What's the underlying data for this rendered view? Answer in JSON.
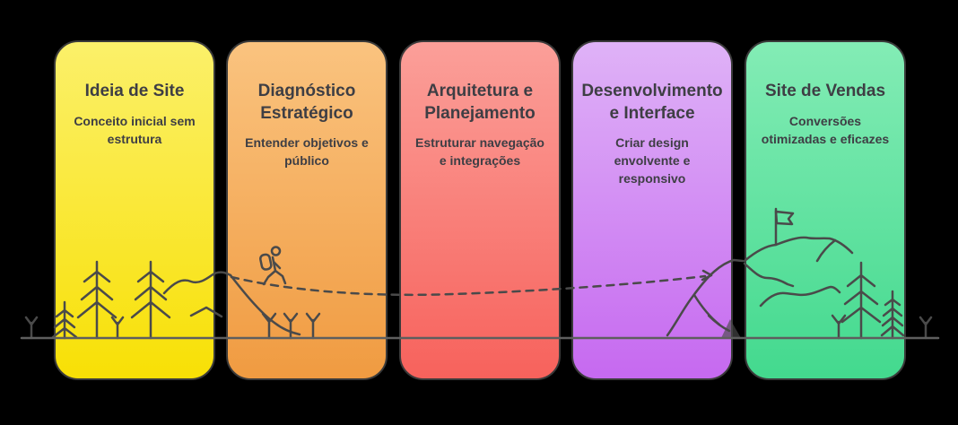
{
  "canvas": {
    "background": "#000000",
    "card_border_color": "#3a3a3a",
    "text_color": "#3e3e44",
    "illustration_stroke_color": "#4a4a4a"
  },
  "stages": [
    {
      "title": "Ideia de Site",
      "subtitle": "Conceito inicial sem estrutura",
      "gradient_top": "#FBF06A",
      "gradient_bottom": "#F8E005"
    },
    {
      "title": "Diagnóstico Estratégico",
      "subtitle": "Entender objetivos e público",
      "gradient_top": "#FAC37F",
      "gradient_bottom": "#F09B41"
    },
    {
      "title": "Arquitetura e Planejamento",
      "subtitle": "Estruturar navegação e integrações",
      "gradient_top": "#FB9F99",
      "gradient_bottom": "#F7625C"
    },
    {
      "title": "Desenvolvimento e Interface",
      "subtitle": "Criar design envolvente e responsivo",
      "gradient_top": "#DFB2F7",
      "gradient_bottom": "#C669F0"
    },
    {
      "title": "Site de Vendas",
      "subtitle": "Conversões otimizadas e eficazes",
      "gradient_top": "#83ECB5",
      "gradient_bottom": "#43D98E"
    }
  ],
  "illustration": {
    "icons": [
      "pine-tree",
      "sprout",
      "hiker",
      "dashed-trail",
      "mountain-ridge",
      "summit-flag",
      "ground-line"
    ]
  }
}
